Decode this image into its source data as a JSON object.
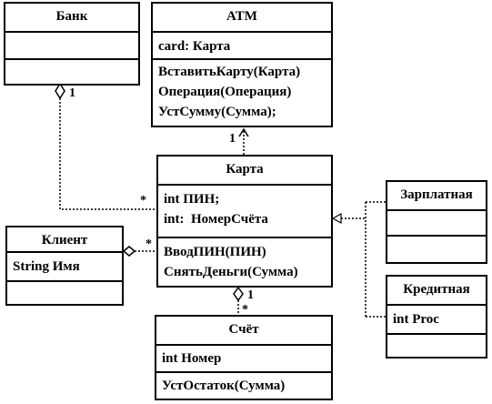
{
  "classes": {
    "bank": {
      "name": "Банк",
      "attributes": [],
      "operations": []
    },
    "atm": {
      "name": "ATM",
      "attributes": [
        "card: Карта"
      ],
      "operations": [
        "ВставитьКарту(Карта)",
        "Операция(Операция)",
        "УстСумму(Сумма);"
      ]
    },
    "card": {
      "name": "Карта",
      "attributes": [
        "int ПИН;",
        "int:  НомерСчёта"
      ],
      "operations": [
        "ВводПИН(ПИН)",
        "СнятьДеньги(Сумма)"
      ]
    },
    "client": {
      "name": "Клиент",
      "attributes": [
        "String Имя"
      ],
      "operations": []
    },
    "salary": {
      "name": "Зарплатная",
      "attributes": [],
      "operations": []
    },
    "credit": {
      "name": "Кредитная",
      "attributes": [
        "int Proc"
      ],
      "operations": []
    },
    "account": {
      "name": "Счёт",
      "attributes": [
        "int Номер"
      ],
      "operations": [
        "УстОстаток(Сумма)"
      ]
    }
  },
  "multiplicities": {
    "bank_end": "1",
    "atm_end": "1",
    "card_bank_end": "*",
    "client_card_end": "*",
    "card_account_end": "1",
    "account_end": "*"
  }
}
